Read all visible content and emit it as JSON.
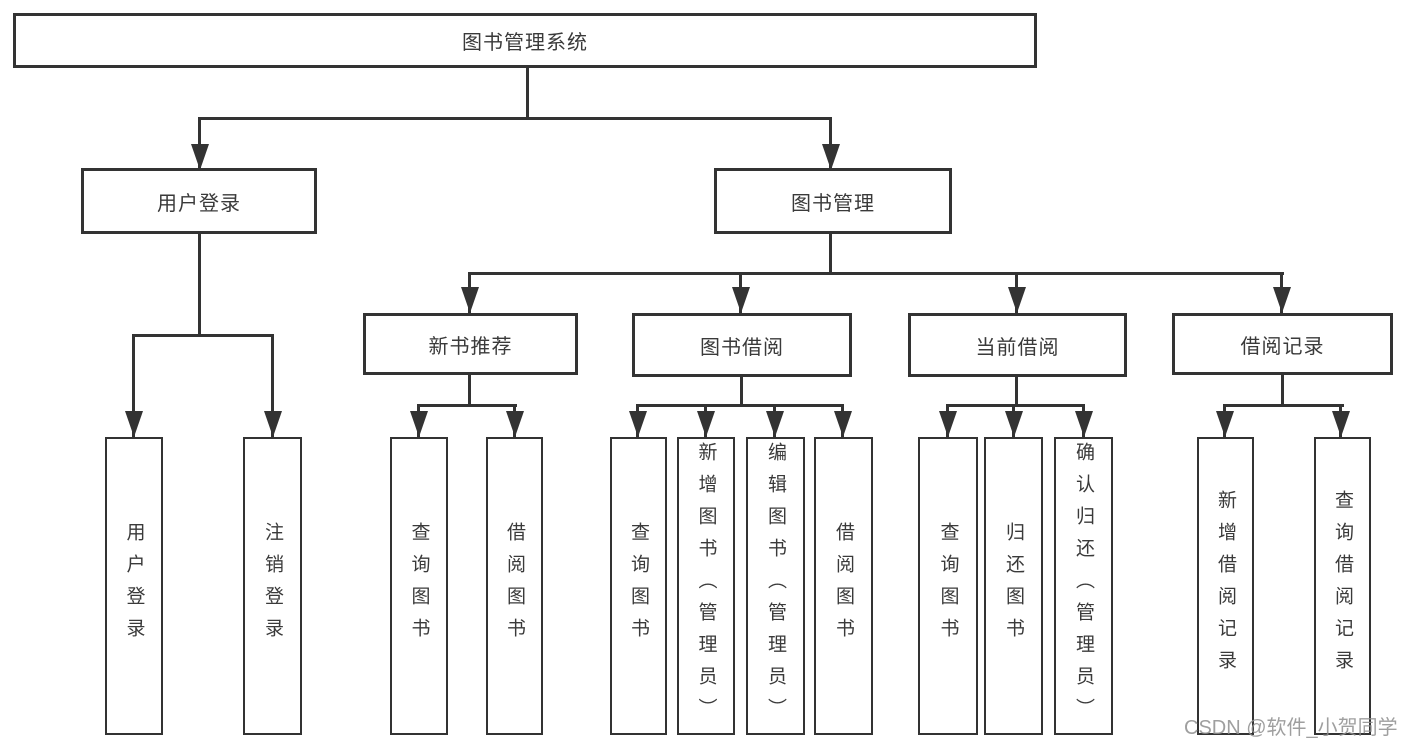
{
  "tree": {
    "label": "图书管理系统",
    "children": [
      {
        "label": "用户登录",
        "children": [
          {
            "label": "用户登录"
          },
          {
            "label": "注销登录"
          }
        ]
      },
      {
        "label": "图书管理",
        "children": [
          {
            "label": "新书推荐",
            "children": [
              {
                "label": "查询图书"
              },
              {
                "label": "借阅图书"
              }
            ]
          },
          {
            "label": "图书借阅",
            "children": [
              {
                "label": "查询图书"
              },
              {
                "label": "新增图书（管理员）"
              },
              {
                "label": "编辑图书（管理员）"
              },
              {
                "label": "借阅图书"
              }
            ]
          },
          {
            "label": "当前借阅",
            "children": [
              {
                "label": "查询图书"
              },
              {
                "label": "归还图书"
              },
              {
                "label": "确认归还（管理员）"
              }
            ]
          },
          {
            "label": "借阅记录",
            "children": [
              {
                "label": "新增借阅记录"
              },
              {
                "label": "查询借阅记录"
              }
            ]
          }
        ]
      }
    ]
  },
  "watermark": {
    "text": "CSDN @软件_小贺同学"
  },
  "colors": {
    "line": "#333333",
    "text": "#3a3a3a",
    "watermark": "#8f8f8f",
    "background": "#ffffff"
  }
}
